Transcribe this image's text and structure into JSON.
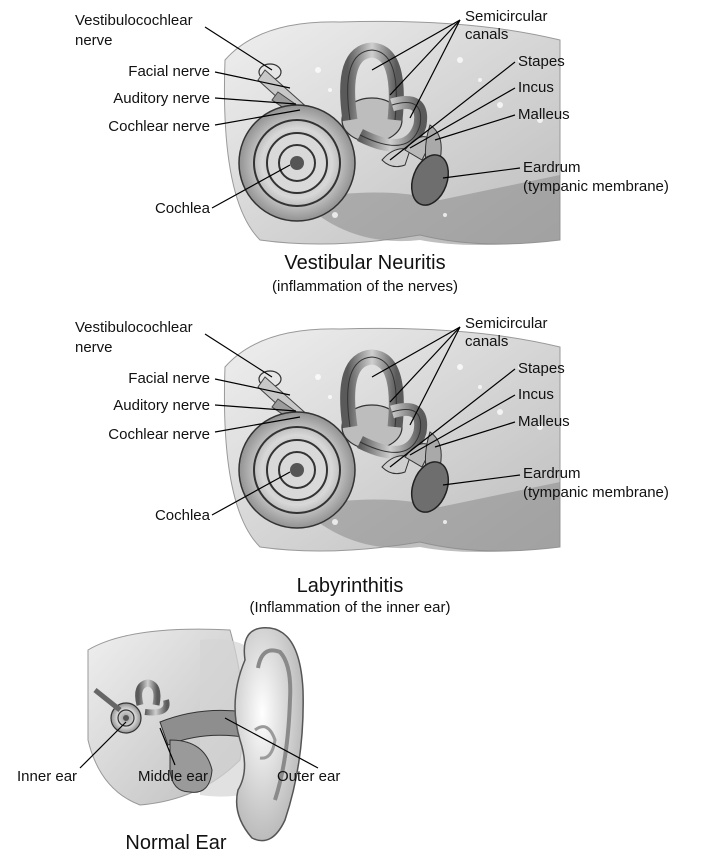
{
  "panels": [
    {
      "caption": "Vestibular Neuritis",
      "subtitle": "(inflammation of the nerves)",
      "labels": {
        "vestibulocochlear_1": "Vestibulocochlear",
        "vestibulocochlear_2": "nerve",
        "facial": "Facial nerve",
        "auditory": "Auditory nerve",
        "cochlear_nerve": "Cochlear nerve",
        "cochlea": "Cochlea",
        "semicircular_1": "Semicircular",
        "semicircular_2": "canals",
        "stapes": "Stapes",
        "incus": "Incus",
        "malleus": "Malleus",
        "eardrum_1": "Eardrum",
        "eardrum_2": "(tympanic membrane)"
      }
    },
    {
      "caption": "Labyrinthitis",
      "subtitle": "(Inflammation of the inner ear)",
      "labels": {
        "vestibulocochlear_1": "Vestibulocochlear",
        "vestibulocochlear_2": "nerve",
        "facial": "Facial nerve",
        "auditory": "Auditory nerve",
        "cochlear_nerve": "Cochlear nerve",
        "cochlea": "Cochlea",
        "semicircular_1": "Semicircular",
        "semicircular_2": "canals",
        "stapes": "Stapes",
        "incus": "Incus",
        "malleus": "Malleus",
        "eardrum_1": "Eardrum",
        "eardrum_2": "(tympanic membrane)"
      }
    },
    {
      "caption": "Normal Ear",
      "labels": {
        "inner": "Inner ear",
        "middle": "Middle ear",
        "outer": "Outer ear"
      }
    }
  ]
}
